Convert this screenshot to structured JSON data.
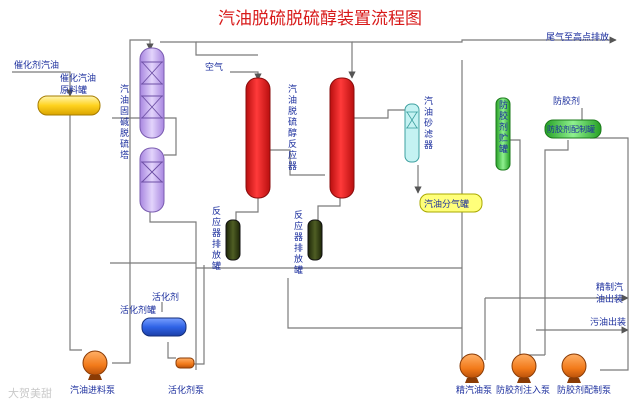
{
  "title": "汽油脱硫脱硫醇装置流程图",
  "labels": {
    "catalytic_gasoline": "催化剂汽油",
    "feed_tank": [
      "催化汽油",
      "原料罐"
    ],
    "caustic_tower": "汽油固碱脱硫塔",
    "air": "空气",
    "reactor": "汽油脱硫醇反应器",
    "sand_filter": "汽油砂滤器",
    "exhaust": "尾气至高点排放",
    "antigel_agent": "防胶剂",
    "antigel_storage": "防胶剂贮罐",
    "antigel_prep_tank": "防胶剂配制罐",
    "gas_separator": "汽油分气罐",
    "discharge_tank_left": "反应器排放罐",
    "discharge_tank_right": "反应器排放罐",
    "activator": "活化剂",
    "activator_tank": "活化剂罐",
    "activator_pump": "活化剂泵",
    "feed_pump": "汽油进料泵",
    "refined_out": [
      "精制汽",
      "油出装"
    ],
    "sewage_out": "污油出装",
    "refined_pump": "精汽油泵",
    "antigel_injection_pump": "防胶剂注入泵",
    "antigel_prep_pump": "防胶剂配制泵"
  },
  "watermark": "大贺美甜",
  "colors": {
    "title": "#d81a1a",
    "label": "#1c2f9e",
    "line": "#7b7b7b",
    "tower": "#c3a7ee",
    "reactor": "#ea1d1d",
    "feed_tank": "#ffd21e",
    "activator_tank": "#2f63e6",
    "discharge": "#2e3a12",
    "gas_separator": "#ffff7a",
    "green": "#3ccf3c",
    "sand_filter": "#c4f2f2",
    "pump": "#f27a1a"
  }
}
